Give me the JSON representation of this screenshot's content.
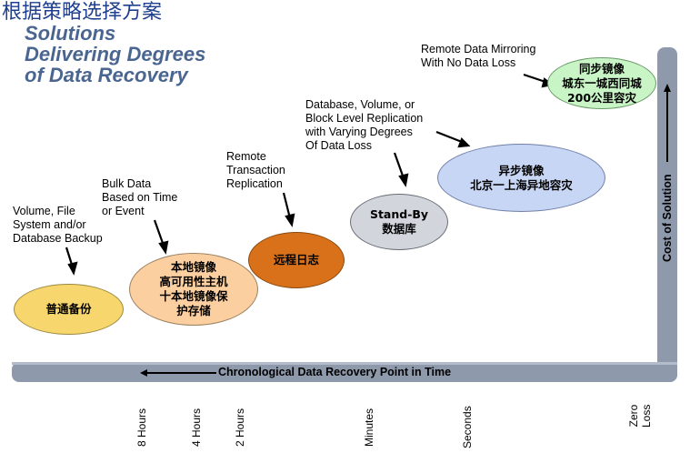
{
  "title_cn": "根据策略选择方案",
  "subtitle": "Solutions\nDelivering Degrees\nof Data Recovery",
  "notes": {
    "backup": "Volume, File\nSystem and/or\nDatabase Backup",
    "bulk": "Bulk Data\nBased on Time\nor Event",
    "remote": "Remote\nTransaction\nReplication",
    "replication": "Database, Volume, or\nBlock Level Replication\nwith Varying Degrees\nOf Data Loss",
    "mirroring": "Remote Data Mirroring\nWith No Data Loss"
  },
  "bubbles": {
    "backup": "普通备份",
    "local_mirror": "本地镜像\n高可用性主机\n十本地镜像保\n护存储",
    "remote_log": "远程日志",
    "standby": "Stand-By\n数据库",
    "async_mirror": "异步镜像\n北京一上海异地容灾",
    "sync_mirror": "同步镜像\n城东一城西同城\n200公里容灾"
  },
  "colors": {
    "backup": "#f7d66e",
    "local_mirror": "#fbcfa0",
    "remote_log": "#d9711a",
    "standby": "#d2d5dc",
    "async_mirror": "#c8d6f5",
    "sync_mirror": "#c9f4c6",
    "bar": "#8e99ab"
  },
  "axis": {
    "x_label": "Chronological Data Recovery Point in Time",
    "y_label": "Cost of Solution"
  },
  "ticks": {
    "t1": "8 Hours",
    "t2": "4 Hours",
    "t3": "2 Hours",
    "t4": "Minutes",
    "t5": "Seconds",
    "t6": "Zero\nLoss"
  }
}
